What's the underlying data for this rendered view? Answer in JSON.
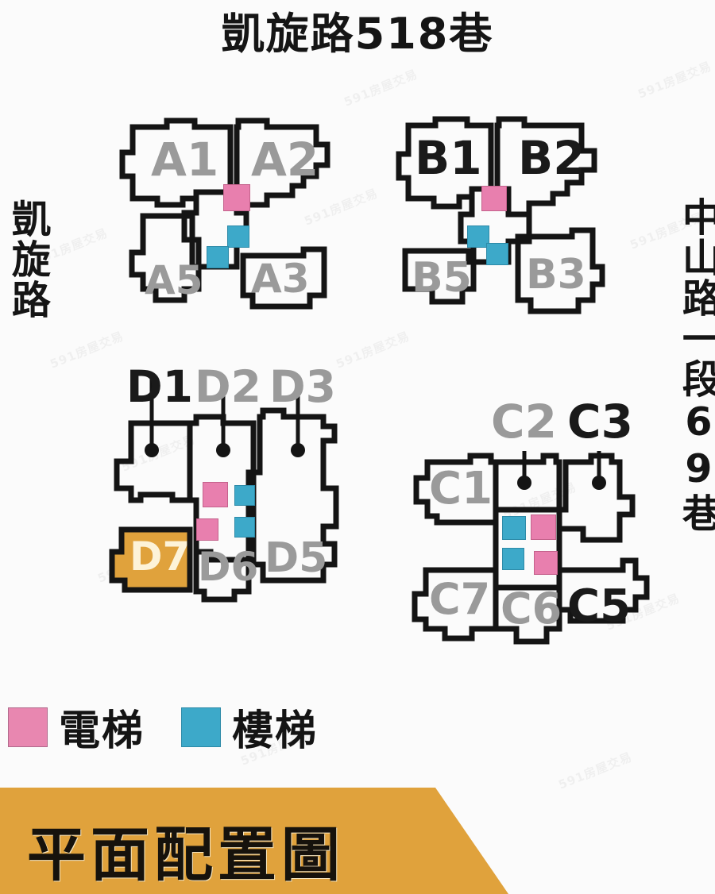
{
  "page": {
    "top_title": "凱旋路518巷",
    "road_left": "凱旋路",
    "road_right": "中山路一段69巷",
    "banner_title": "平面配置圖",
    "background": "#fbfbfb",
    "outline_color": "#141414",
    "watermark": "591房屋交易"
  },
  "colors": {
    "elevator": "#e87fae",
    "stair": "#3da9c9",
    "highlight": "#e0a23c",
    "label_dark": "#1a1a1a",
    "label_gray": "#9a9a9a",
    "highlight_text": "#fdf3d8"
  },
  "legend": {
    "items": [
      {
        "swatch": "elevator-swatch",
        "label": "電梯",
        "color": "#e887b0"
      },
      {
        "swatch": "stair-swatch",
        "label": "樓梯",
        "color": "#3da9c9"
      }
    ]
  },
  "blocks": [
    {
      "id": "A",
      "name": "block-a",
      "units": [
        {
          "code": "A1",
          "style": "gray"
        },
        {
          "code": "A2",
          "style": "gray"
        },
        {
          "code": "A5",
          "style": "gray"
        },
        {
          "code": "A3",
          "style": "gray"
        }
      ],
      "cores": [
        {
          "type": "elevator"
        },
        {
          "type": "stair"
        },
        {
          "type": "stair"
        }
      ]
    },
    {
      "id": "B",
      "name": "block-b",
      "units": [
        {
          "code": "B1",
          "style": "dark"
        },
        {
          "code": "B2",
          "style": "dark"
        },
        {
          "code": "B5",
          "style": "gray"
        },
        {
          "code": "B3",
          "style": "gray"
        }
      ],
      "cores": [
        {
          "type": "elevator"
        },
        {
          "type": "stair"
        },
        {
          "type": "stair"
        }
      ]
    },
    {
      "id": "D",
      "name": "block-d",
      "units": [
        {
          "code": "D1",
          "style": "dark"
        },
        {
          "code": "D2",
          "style": "gray"
        },
        {
          "code": "D3",
          "style": "gray"
        },
        {
          "code": "D7",
          "style": "highlight"
        },
        {
          "code": "D6",
          "style": "gray"
        },
        {
          "code": "D5",
          "style": "gray"
        }
      ],
      "cores": [
        {
          "type": "elevator"
        },
        {
          "type": "elevator"
        },
        {
          "type": "stair"
        },
        {
          "type": "stair"
        }
      ]
    },
    {
      "id": "C",
      "name": "block-c",
      "units": [
        {
          "code": "C2",
          "style": "gray"
        },
        {
          "code": "C3",
          "style": "dark"
        },
        {
          "code": "C1",
          "style": "gray"
        },
        {
          "code": "C7",
          "style": "gray"
        },
        {
          "code": "C6",
          "style": "gray"
        },
        {
          "code": "C5",
          "style": "dark"
        }
      ],
      "cores": [
        {
          "type": "stair"
        },
        {
          "type": "elevator"
        },
        {
          "type": "stair"
        },
        {
          "type": "elevator"
        }
      ]
    }
  ]
}
